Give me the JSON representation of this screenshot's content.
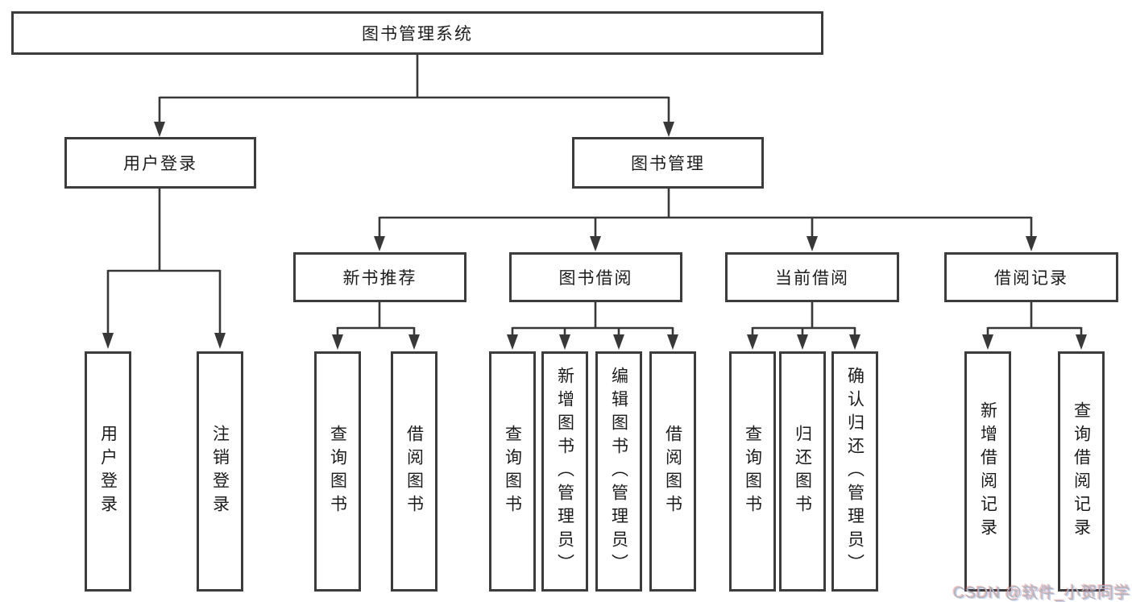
{
  "tree": {
    "root": {
      "label": "图书管理系统",
      "children": [
        {
          "label": "用户登录",
          "children": [
            {
              "label": "用户登录"
            },
            {
              "label": "注销登录"
            }
          ]
        },
        {
          "label": "图书管理",
          "children": [
            {
              "label": "新书推荐",
              "children": [
                {
                  "label": "查询图书"
                },
                {
                  "label": "借阅图书"
                }
              ]
            },
            {
              "label": "图书借阅",
              "children": [
                {
                  "label": "查询图书"
                },
                {
                  "label": "新增图书（管理员）"
                },
                {
                  "label": "编辑图书（管理员）"
                },
                {
                  "label": "借阅图书"
                }
              ]
            },
            {
              "label": "当前借阅",
              "children": [
                {
                  "label": "查询图书"
                },
                {
                  "label": "归还图书"
                },
                {
                  "label": "确认归还（管理员）"
                }
              ]
            },
            {
              "label": "借阅记录",
              "children": [
                {
                  "label": "新增借阅记录"
                },
                {
                  "label": "查询借阅记录"
                }
              ]
            }
          ]
        }
      ]
    }
  },
  "watermark": {
    "text": "CSDN @软件_小贺同学"
  },
  "colors": {
    "line": "#383838",
    "box-border": "#3c3c3c",
    "text": "#1c1c1c",
    "watermark": "#b3b5b8"
  }
}
